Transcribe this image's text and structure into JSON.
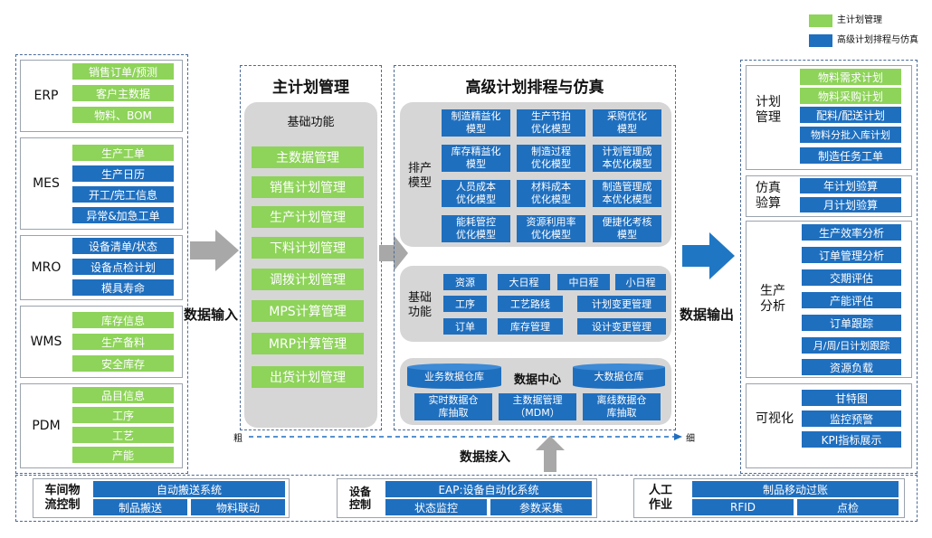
{
  "legend": [
    {
      "label": "主计划管理",
      "color": "#8ed35a"
    },
    {
      "label": "高级计划排程与仿真",
      "color": "#1f6fbf"
    }
  ],
  "left_systems": [
    {
      "name": "ERP",
      "items": [
        {
          "label": "销售订单/预测",
          "color": "green"
        },
        {
          "label": "客户主数据",
          "color": "green"
        },
        {
          "label": "物料、BOM",
          "color": "green"
        }
      ]
    },
    {
      "name": "MES",
      "items": [
        {
          "label": "生产工单",
          "color": "green"
        },
        {
          "label": "生产日历",
          "color": "blue"
        },
        {
          "label": "开工/完工信息",
          "color": "blue"
        },
        {
          "label": "异常&加急工单",
          "color": "blue"
        }
      ]
    },
    {
      "name": "MRO",
      "items": [
        {
          "label": "设备清单/状态",
          "color": "blue"
        },
        {
          "label": "设备点检计划",
          "color": "blue"
        },
        {
          "label": "模具寿命",
          "color": "blue"
        }
      ]
    },
    {
      "name": "WMS",
      "items": [
        {
          "label": "库存信息",
          "color": "green"
        },
        {
          "label": "生产备料",
          "color": "green"
        },
        {
          "label": "安全库存",
          "color": "green"
        }
      ]
    },
    {
      "name": "PDM",
      "items": [
        {
          "label": "品目信息",
          "color": "green"
        },
        {
          "label": "工序",
          "color": "green"
        },
        {
          "label": "工艺",
          "color": "green"
        },
        {
          "label": "产能",
          "color": "green"
        }
      ]
    }
  ],
  "data_input_label": "数据输入",
  "master_plan": {
    "title": "主计划管理",
    "subtitle": "基础功能",
    "items": [
      "主数据管理",
      "销售计划管理",
      "生产计划管理",
      "下料计划管理",
      "调拨计划管理",
      "MPS计算管理",
      "MRP计算管理",
      "出货计划管理"
    ]
  },
  "aps": {
    "title": "高级计划排程与仿真",
    "model_label": "排产\n模型",
    "models": [
      "制造精益化\n模型",
      "生产节拍\n优化模型",
      "采购优化\n模型",
      "库存精益化\n模型",
      "制造过程\n优化模型",
      "计划管理成\n本优化模型",
      "人员成本\n优化模型",
      "材料成本\n优化模型",
      "制造管理成\n本优化模型",
      "能耗管控\n优化模型",
      "资源利用率\n优化模型",
      "便捷化考核\n模型"
    ],
    "basic_label": "基础\n功能",
    "basic_row1": [
      "资源",
      "大日程",
      "中日程",
      "小日程"
    ],
    "basic_row2": [
      "工序",
      "工艺路线",
      "计划变更管理"
    ],
    "basic_row3": [
      "订单",
      "库存管理",
      "设计变更管理"
    ],
    "data_center": {
      "title": "数据中心",
      "db1": "业务数据仓库",
      "db2": "大数据仓库",
      "items": [
        "实时数据仓\n库抽取",
        "主数据管理\n（MDM）",
        "离线数据仓\n库抽取"
      ]
    }
  },
  "granularity": {
    "coarse": "粗",
    "fine": "细"
  },
  "data_access_label": "数据接入",
  "data_output_label": "数据输出",
  "right_outputs": [
    {
      "name": "计划\n管理",
      "items": [
        {
          "label": "物料需求计划",
          "color": "green"
        },
        {
          "label": "物料采购计划",
          "color": "green"
        },
        {
          "label": "配料/配送计划",
          "color": "blue"
        },
        {
          "label": "物料分批入库计划",
          "color": "blue"
        },
        {
          "label": "制造任务工单",
          "color": "blue"
        }
      ]
    },
    {
      "name": "仿真\n验算",
      "items": [
        {
          "label": "年计划验算",
          "color": "blue"
        },
        {
          "label": "月计划验算",
          "color": "blue"
        }
      ]
    },
    {
      "name": "生产\n分析",
      "items": [
        {
          "label": "生产效率分析",
          "color": "blue"
        },
        {
          "label": "订单管理分析",
          "color": "blue"
        },
        {
          "label": "交期评估",
          "color": "blue"
        },
        {
          "label": "产能评估",
          "color": "blue"
        },
        {
          "label": "订单跟踪",
          "color": "blue"
        },
        {
          "label": "月/周/日计划跟踪",
          "color": "blue"
        },
        {
          "label": "资源负载",
          "color": "blue"
        }
      ]
    },
    {
      "name": "可视化",
      "items": [
        {
          "label": "甘特图",
          "color": "blue"
        },
        {
          "label": "监控预警",
          "color": "blue"
        },
        {
          "label": "KPI指标展示",
          "color": "blue"
        }
      ]
    }
  ],
  "bottom": [
    {
      "name": "车间物\n流控制",
      "top": "自动搬送系统",
      "bottom": [
        "制品搬送",
        "物料联动"
      ]
    },
    {
      "name": "设备\n控制",
      "top": "EAP:设备自动化系统",
      "bottom": [
        "状态监控",
        "参数采集"
      ]
    },
    {
      "name": "人工\n作业",
      "top": "制品移动过账",
      "bottom": [
        "RFID",
        "点检"
      ]
    }
  ]
}
